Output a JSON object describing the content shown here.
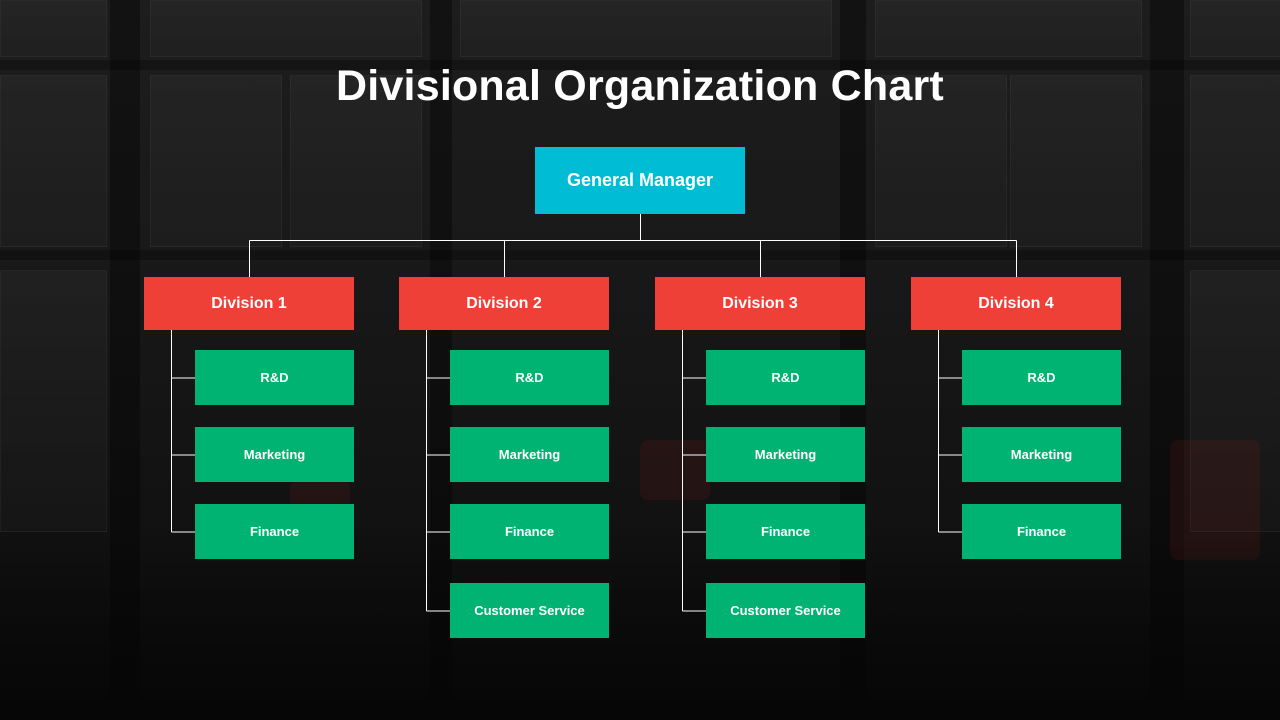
{
  "title": "Divisional Organization Chart",
  "top": {
    "label": "General Manager"
  },
  "divisions": [
    {
      "label": "Division 1",
      "departments": [
        "R&D",
        "Marketing",
        "Finance"
      ]
    },
    {
      "label": "Division 2",
      "departments": [
        "R&D",
        "Marketing",
        "Finance",
        "Customer Service"
      ]
    },
    {
      "label": "Division 3",
      "departments": [
        "R&D",
        "Marketing",
        "Finance",
        "Customer Service"
      ]
    },
    {
      "label": "Division 4",
      "departments": [
        "R&D",
        "Marketing",
        "Finance"
      ]
    }
  ],
  "colors": {
    "manager": "#00bcd4",
    "division": "#ee4037",
    "department": "#00b373",
    "connector": "#ffffff"
  }
}
